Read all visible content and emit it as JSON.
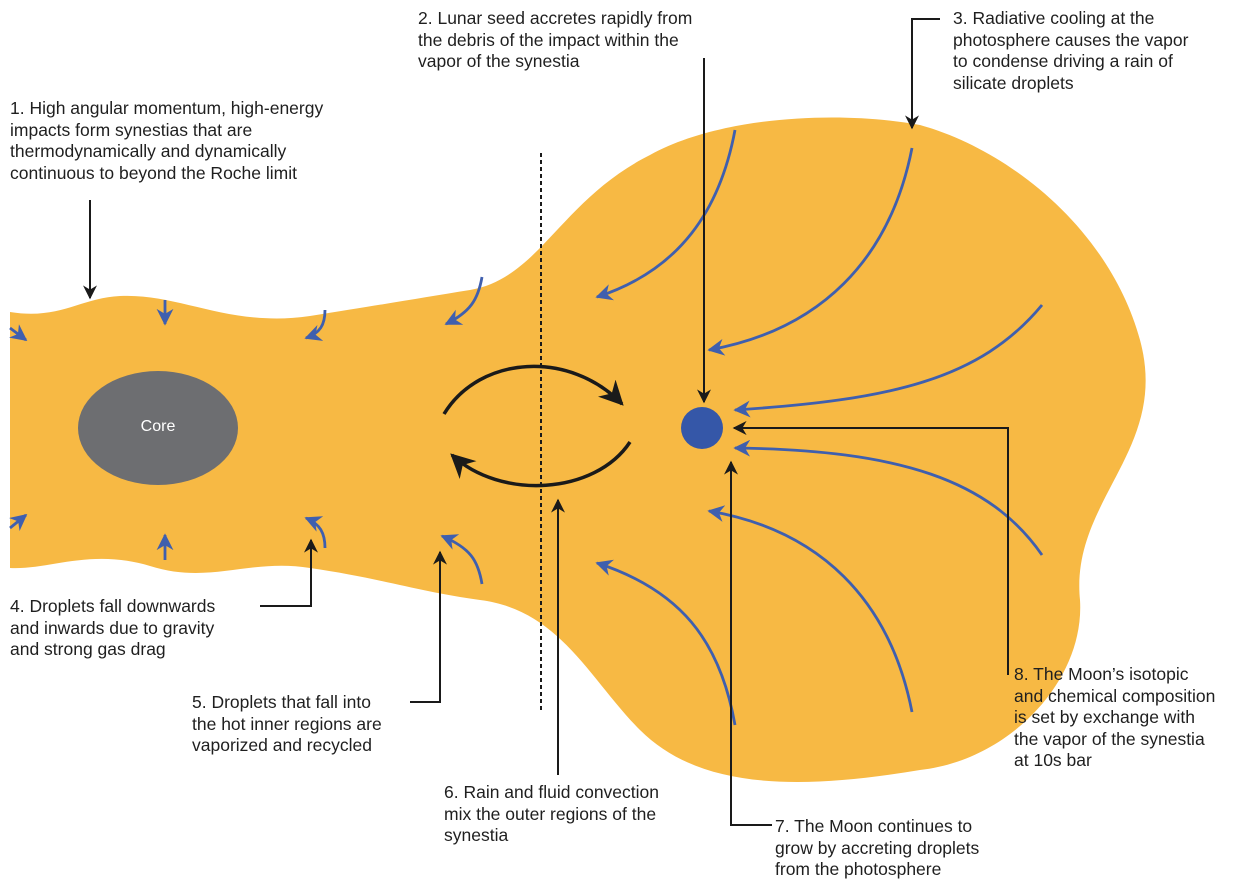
{
  "diagram": {
    "core_label": "Core",
    "annotations": [
      {
        "id": "1",
        "text": "1. High angular momentum, high-energy\nimpacts form synestias that are\nthermodynamically and dynamically\ncontinuous to beyond the Roche limit"
      },
      {
        "id": "2",
        "text": "2. Lunar seed accretes rapidly from\nthe debris of the impact within the\nvapor of the synestia"
      },
      {
        "id": "3",
        "text": "3. Radiative cooling at the\nphotosphere causes the vapor\nto condense driving a rain of\nsilicate droplets"
      },
      {
        "id": "4",
        "text": "4. Droplets fall downwards\nand inwards due to gravity\nand strong gas drag"
      },
      {
        "id": "5",
        "text": "5. Droplets that fall into\nthe hot inner regions are\nvaporized and recycled"
      },
      {
        "id": "6",
        "text": "6. Rain and fluid convection\nmix the outer regions of the\nsynestia"
      },
      {
        "id": "7",
        "text": "7. The Moon continues to\ngrow by accreting droplets\nfrom the photosphere"
      },
      {
        "id": "8",
        "text": "8. The Moon’s isotopic\nand chemical composition\nis set by exchange with\nthe vapor of the synestia\nat 10s bar"
      }
    ],
    "colors": {
      "synestia_fill": "#f7b944",
      "core_fill": "#6d6e71",
      "moon_fill": "#3557a8",
      "droplet_arrow": "#3f5fae",
      "convection_arrow": "#1a1a1a",
      "leader_line": "#1a1a1a"
    }
  }
}
